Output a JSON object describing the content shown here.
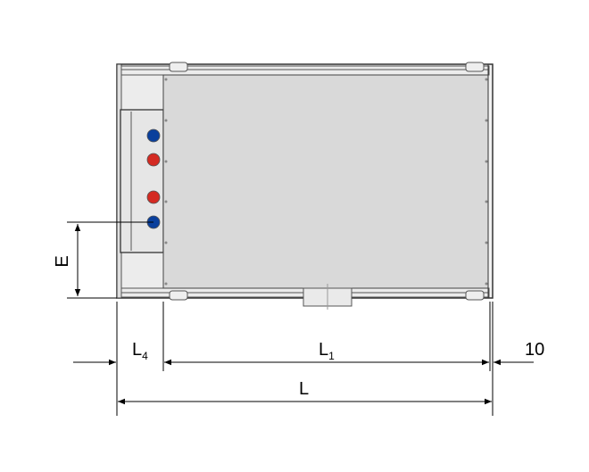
{
  "dimensions": {
    "E": "E",
    "L4": {
      "main": "L",
      "sub": "4"
    },
    "L1": {
      "main": "L",
      "sub": "1"
    },
    "offset": "10",
    "L": "L"
  },
  "colors": {
    "panel": "#d9d9d9",
    "side": "#ececec",
    "blue_connection": "#0a3f9c",
    "red_connection": "#d42a22"
  },
  "connections": [
    "blue",
    "red",
    "red",
    "blue"
  ]
}
